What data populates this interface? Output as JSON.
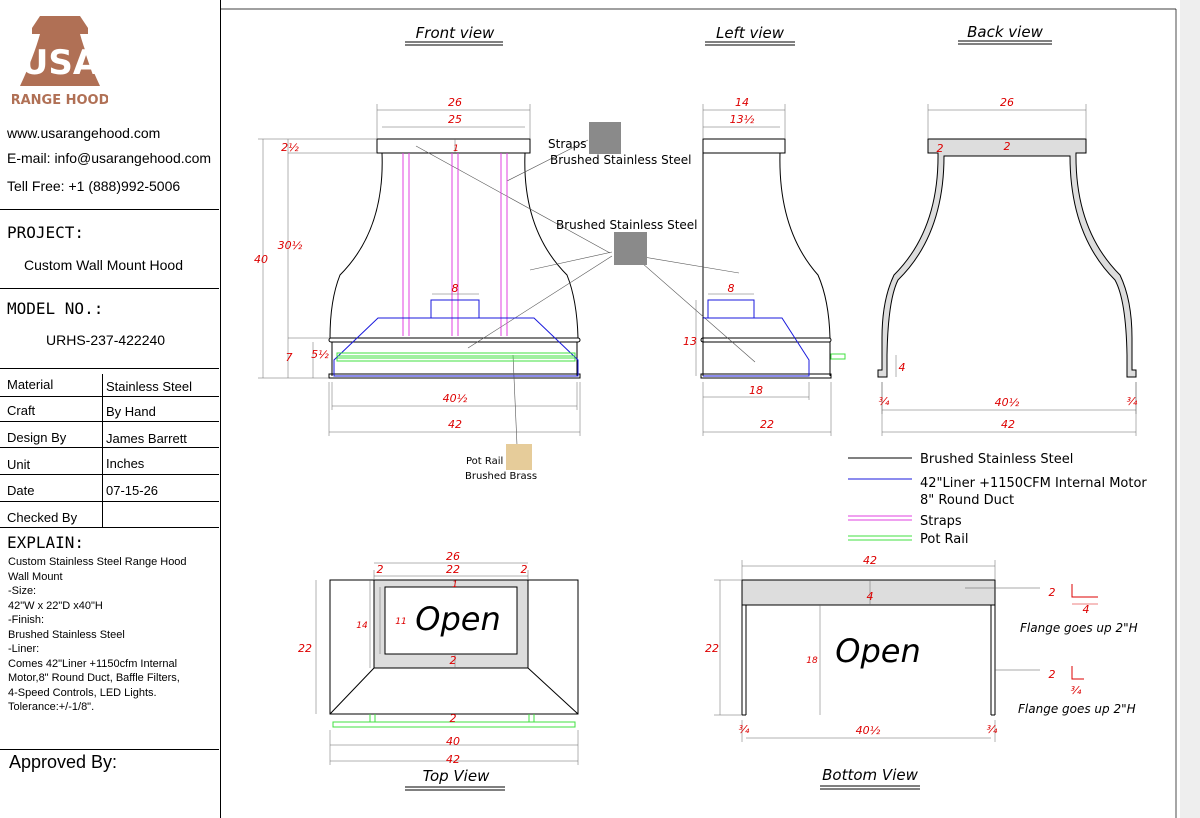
{
  "brand": {
    "logo_text": "USA",
    "name": "RANGE HOOD",
    "website": "www.usarangehood.com",
    "email": "E-mail: info@usarangehood.com",
    "phone": "Tell Free: +1 (888)992-5006",
    "logo_color": "#b07055"
  },
  "project": {
    "heading": "PROJECT:",
    "value": "Custom Wall Mount Hood"
  },
  "model": {
    "heading": "MODEL NO.:",
    "value": "URHS-237-422240"
  },
  "specs": [
    {
      "label": "Material",
      "value": "Stainless Steel"
    },
    {
      "label": "Craft",
      "value": "By Hand"
    },
    {
      "label": "Design By",
      "value": "James Barrett"
    },
    {
      "label": "Unit",
      "value": "Inches"
    },
    {
      "label": "Date",
      "value": "07-15-26"
    },
    {
      "label": "Checked By",
      "value": ""
    }
  ],
  "explain": {
    "heading": "EXPLAIN:",
    "lines": [
      "Custom Stainless Steel Range Hood",
      "Wall Mount",
      "-Size:",
      "42\"W x 22\"D x40\"H",
      "-Finish:",
      "Brushed Stainless Steel",
      "-Liner:",
      "Comes 42\"Liner +1150cfm Internal",
      "Motor,8\" Round Duct, Baffle Filters,",
      "4-Speed Controls, LED Lights.",
      "Tolerance:+/-1/8\"."
    ]
  },
  "approved_by": "Approved By:",
  "views": {
    "front": "Front view",
    "left": "Left view",
    "back": "Back view",
    "top": "Top View",
    "bottom": "Bottom View"
  },
  "callouts": {
    "straps": "Straps",
    "brushed_1": "Brushed Stainless Steel",
    "brushed_2": "Brushed Stainless Steel",
    "pot_rail": "Pot Rail",
    "brushed_brass": "Brushed Brass",
    "open_top": "Open",
    "open_bottom": "Open",
    "flange_1": "Flange goes up 2\"H",
    "flange_2": "Flange goes up 2\"H"
  },
  "legend": [
    {
      "label": "Brushed Stainless Steel",
      "color": "#000000"
    },
    {
      "label": "42\"Liner +1150CFM Internal Motor",
      "label2": "8\" Round Duct",
      "color": "#1a1adc"
    },
    {
      "label": "Straps",
      "color": "#e040e0"
    },
    {
      "label": "Pot Rail",
      "color": "#40e040"
    }
  ],
  "dims": {
    "front": {
      "w26": "26",
      "w25": "25",
      "h2_5": "2½",
      "h40": "40",
      "h30_5": "30½",
      "h7": "7",
      "h5_5": "5½",
      "w8": "8",
      "w40_5": "40½",
      "w42": "42",
      "n1": "1"
    },
    "left": {
      "d14": "14",
      "d13_5": "13½",
      "w8": "8",
      "h13": "13",
      "d18": "18",
      "d22": "22"
    },
    "back": {
      "w26": "26",
      "t2a": "2",
      "t2b": "2",
      "h4": "4",
      "f3_4a": "¾",
      "w40_5": "40½",
      "f3_4b": "¾",
      "w42": "42"
    },
    "top": {
      "w26": "26",
      "w22": "22",
      "s2a": "2",
      "s2b": "2",
      "n1": "1",
      "d14": "14",
      "d11": "11",
      "d22": "22",
      "n2": "2",
      "r2": "2",
      "w40": "40",
      "w42": "42"
    },
    "bottom": {
      "w42": "42",
      "d4": "4",
      "d22": "22",
      "d18": "18",
      "f3_4a": "¾",
      "w40_5": "40½",
      "f3_4b": "¾",
      "fl2a": "2",
      "fl4": "4",
      "fl2b": "2",
      "fl3_4": "¾"
    }
  },
  "colors": {
    "dimension": "#dd0000",
    "straps": "#e040e0",
    "liner": "#1a1adc",
    "pot_rail": "#40e040",
    "steel_swatch": "#8a8a8a",
    "brass_swatch": "#e6cc9a",
    "panel_fill": "#dddddd"
  }
}
